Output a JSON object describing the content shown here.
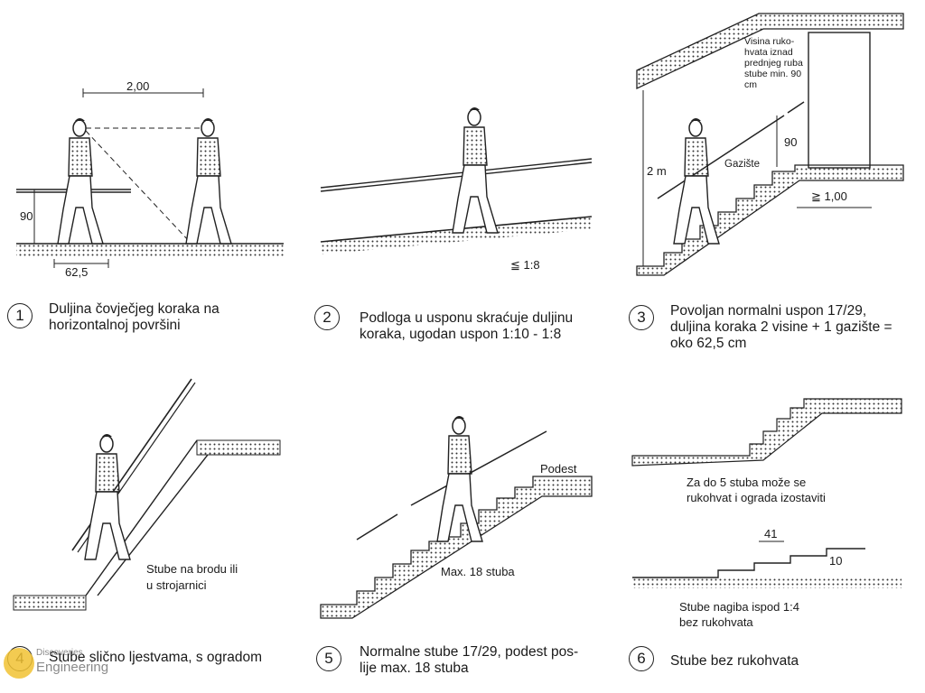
{
  "panels": [
    {
      "number": "1",
      "caption_lines": [
        "Duljina čovječjeg koraka na",
        "horizontalnoj površini"
      ],
      "labels": {
        "step_width": "2,00",
        "height": "90",
        "stride": "62,5"
      }
    },
    {
      "number": "2",
      "caption_lines": [
        "Podloga u usponu skraćuje duljinu",
        "koraka, ugodan uspon 1:10 - 1:8"
      ],
      "labels": {
        "slope": "≦ 1:8"
      }
    },
    {
      "number": "3",
      "caption_lines": [
        "Povoljan normalni uspon 17/29,",
        "duljina koraka 2 visine + 1 gazište =",
        "oko 62,5 cm"
      ],
      "labels": {
        "note_lines": [
          "Visina ruko-",
          "hvata iznad",
          "prednjeg ruba",
          "stube min. 90",
          "cm"
        ],
        "height_90": "90",
        "height_2m": "2 m",
        "tread": "Gazište",
        "width": "≧ 1,00"
      }
    },
    {
      "number": "4",
      "caption_lines": [
        "Stube slično ljestvama, s ogradom"
      ],
      "labels": {
        "note_lines": [
          "Stube na brodu ili",
          "u strojarnici"
        ]
      }
    },
    {
      "number": "5",
      "caption_lines": [
        "Normalne stube 17/29, podest pos-",
        "lije max. 18 stuba"
      ],
      "labels": {
        "landing": "Podest",
        "max": "Max. 18 stuba"
      }
    },
    {
      "number": "6",
      "caption_lines": [
        "Stube bez rukohvata"
      ],
      "labels": {
        "top_note_lines": [
          "Za do 5 stuba može se",
          "rukohvat i ograda izostaviti"
        ],
        "tread": "41",
        "rise": "10",
        "bottom_note_lines": [
          "Stube nagiba ispod 1:4",
          "bez rukohvata"
        ]
      }
    }
  ],
  "watermark": {
    "line1": "Discoveries",
    "line2": "Engineering"
  }
}
